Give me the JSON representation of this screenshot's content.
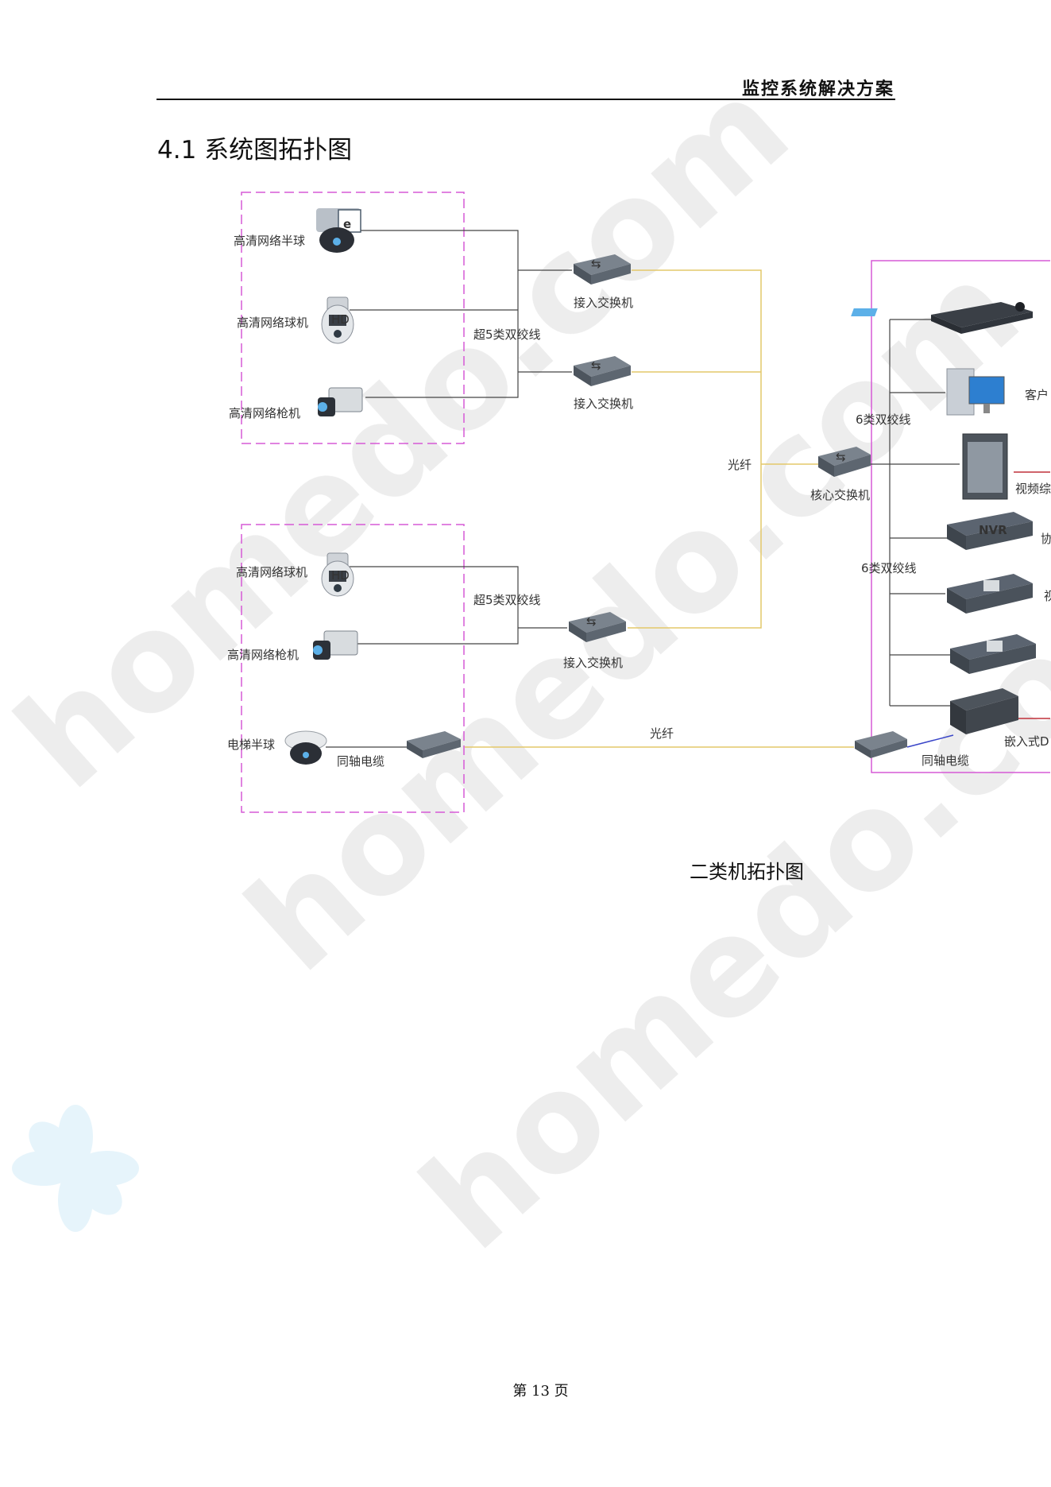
{
  "header": {
    "title": "监控系统解决方案"
  },
  "section": {
    "heading": "4.1  系统图拓扑图"
  },
  "diagram": {
    "caption": "二类机拓扑图",
    "group1": {
      "dome_label": "高清网络半球",
      "speed_dome_label": "高清网络球机",
      "bullet_label": "高清网络枪机",
      "cable_label": "超5类双绞线",
      "switch1_label": "接入交换机",
      "switch2_label": "接入交换机"
    },
    "group2": {
      "speed_dome_label": "高清网络球机",
      "bullet_label": "高清网络枪机",
      "cable_label": "超5类双绞线",
      "switch_label": "接入交换机",
      "elevator_label": "电梯半球",
      "coax_label": "同轴电缆"
    },
    "backbone": {
      "fiber_label": "光纤",
      "core_switch_label": "核心交换机",
      "fiber_bottom_label": "光纤"
    },
    "right_panel": {
      "cat6_top_label": "6类双绞线",
      "cat6_bottom_label": "6类双绞线",
      "client_label": "客户",
      "video_label": "视频综",
      "nvr_text": "NVR",
      "nvr_side_label": "协",
      "device_side_label": "视",
      "embedded_label": "嵌入式D",
      "coax_label": "同轴电缆"
    }
  },
  "watermark": {
    "text": "homedo.com"
  },
  "footer": {
    "page_number": "第 13 页"
  },
  "colors": {
    "group_border": "#d65ad6",
    "fiber": "#e3c86a",
    "cable": "#444444",
    "device": "#5b6470"
  }
}
